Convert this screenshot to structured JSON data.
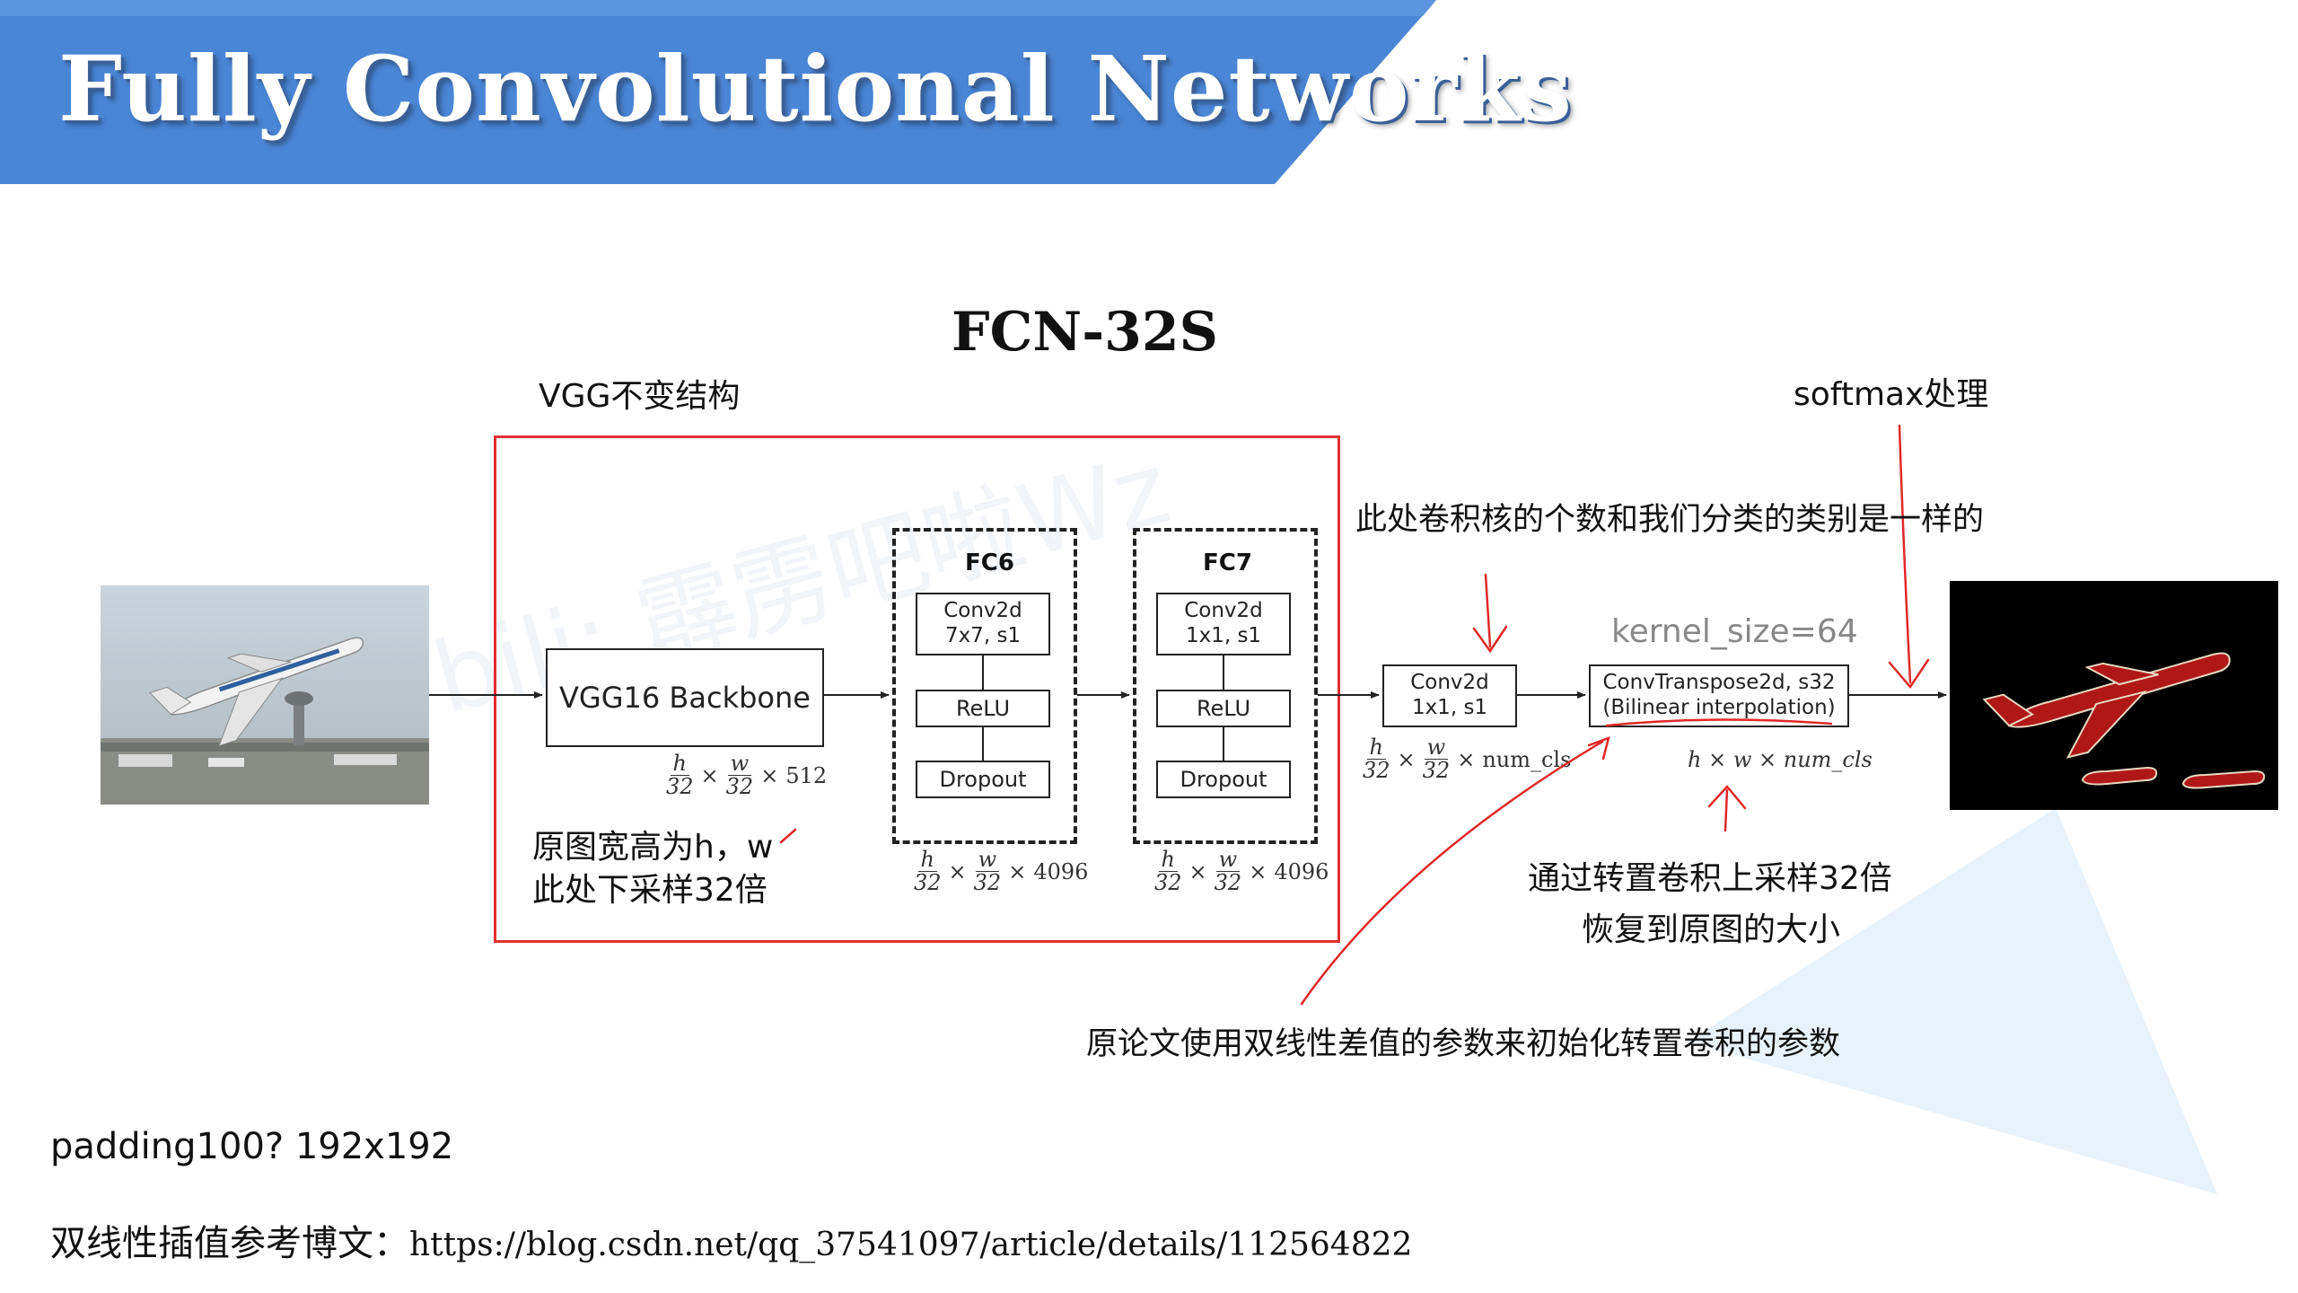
{
  "slide": {
    "title": "Fully Convolutional Networks",
    "diagram_title": "FCN-32S",
    "watermark": "bili: 霹雳吧啦Wz"
  },
  "annotations": {
    "vgg_fixed": "VGG不变结构",
    "softmax": "softmax处理",
    "kernel_count": "此处卷积核的个数和我们分类的类别是一样的",
    "kernel_size": "kernel_size=64",
    "downsample_line1": "原图宽高为h，w",
    "downsample_line2": "此处下采样32倍",
    "upsample_line1": "通过转置卷积上采样32倍",
    "upsample_line2": "恢复到原图的大小",
    "bilinear_init": "原论文使用双线性差值的参数来初始化转置卷积的参数",
    "padding_note": "padding100?   192x192",
    "reference_label": "双线性插值参考博文：",
    "reference_url": "https://blog.csdn.net/qq_37541097/article/details/112564822"
  },
  "diagram": {
    "backbone": {
      "label": "VGG16 Backbone",
      "channels": "512"
    },
    "fc6": {
      "label": "FC6",
      "conv_line1": "Conv2d",
      "conv_line2": "7x7, s1",
      "relu": "ReLU",
      "dropout": "Dropout",
      "channels": "4096"
    },
    "fc7": {
      "label": "FC7",
      "conv_line1": "Conv2d",
      "conv_line2": "1x1, s1",
      "relu": "ReLU",
      "dropout": "Dropout",
      "channels": "4096"
    },
    "conv_cls": {
      "line1": "Conv2d",
      "line2": "1x1, s1",
      "channels": "num_cls"
    },
    "transpose": {
      "line1": "ConvTranspose2d, s32",
      "line2": "(Bilinear interpolation)",
      "output": "h × w × num_cls"
    },
    "frac": {
      "h": "h",
      "w": "w",
      "den": "32",
      "times": "×"
    }
  },
  "colors": {
    "banner_blue": "#4a86d6",
    "annotation_red": "#e02828",
    "segmentation_red": "#b01818"
  }
}
